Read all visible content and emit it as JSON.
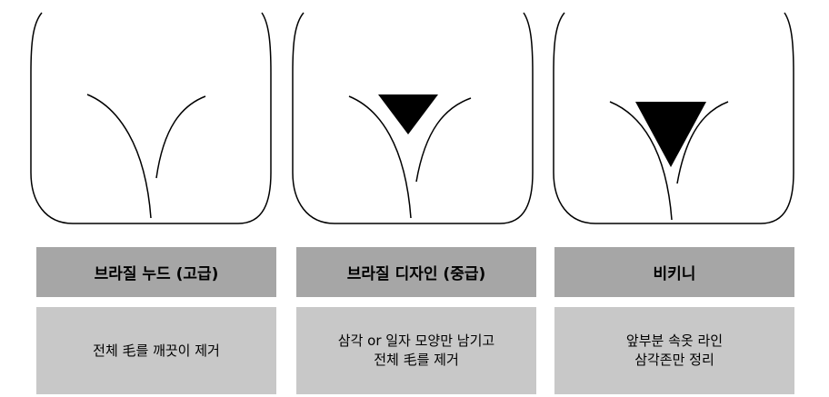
{
  "panels": [
    {
      "title": "브라질 누드 (고급)",
      "desc_lines": [
        "전체 毛를 깨끗이 제거"
      ],
      "shape": "none"
    },
    {
      "title": "브라질 디자인 (중급)",
      "desc_lines": [
        "삼각 or 일자 모양만 남기고",
        "전체 毛를 제거"
      ],
      "shape": "small-triangle"
    },
    {
      "title": "비키니",
      "desc_lines": [
        "앞부분 속옷 라인",
        "삼각존만 정리"
      ],
      "shape": "large-triangle"
    }
  ]
}
